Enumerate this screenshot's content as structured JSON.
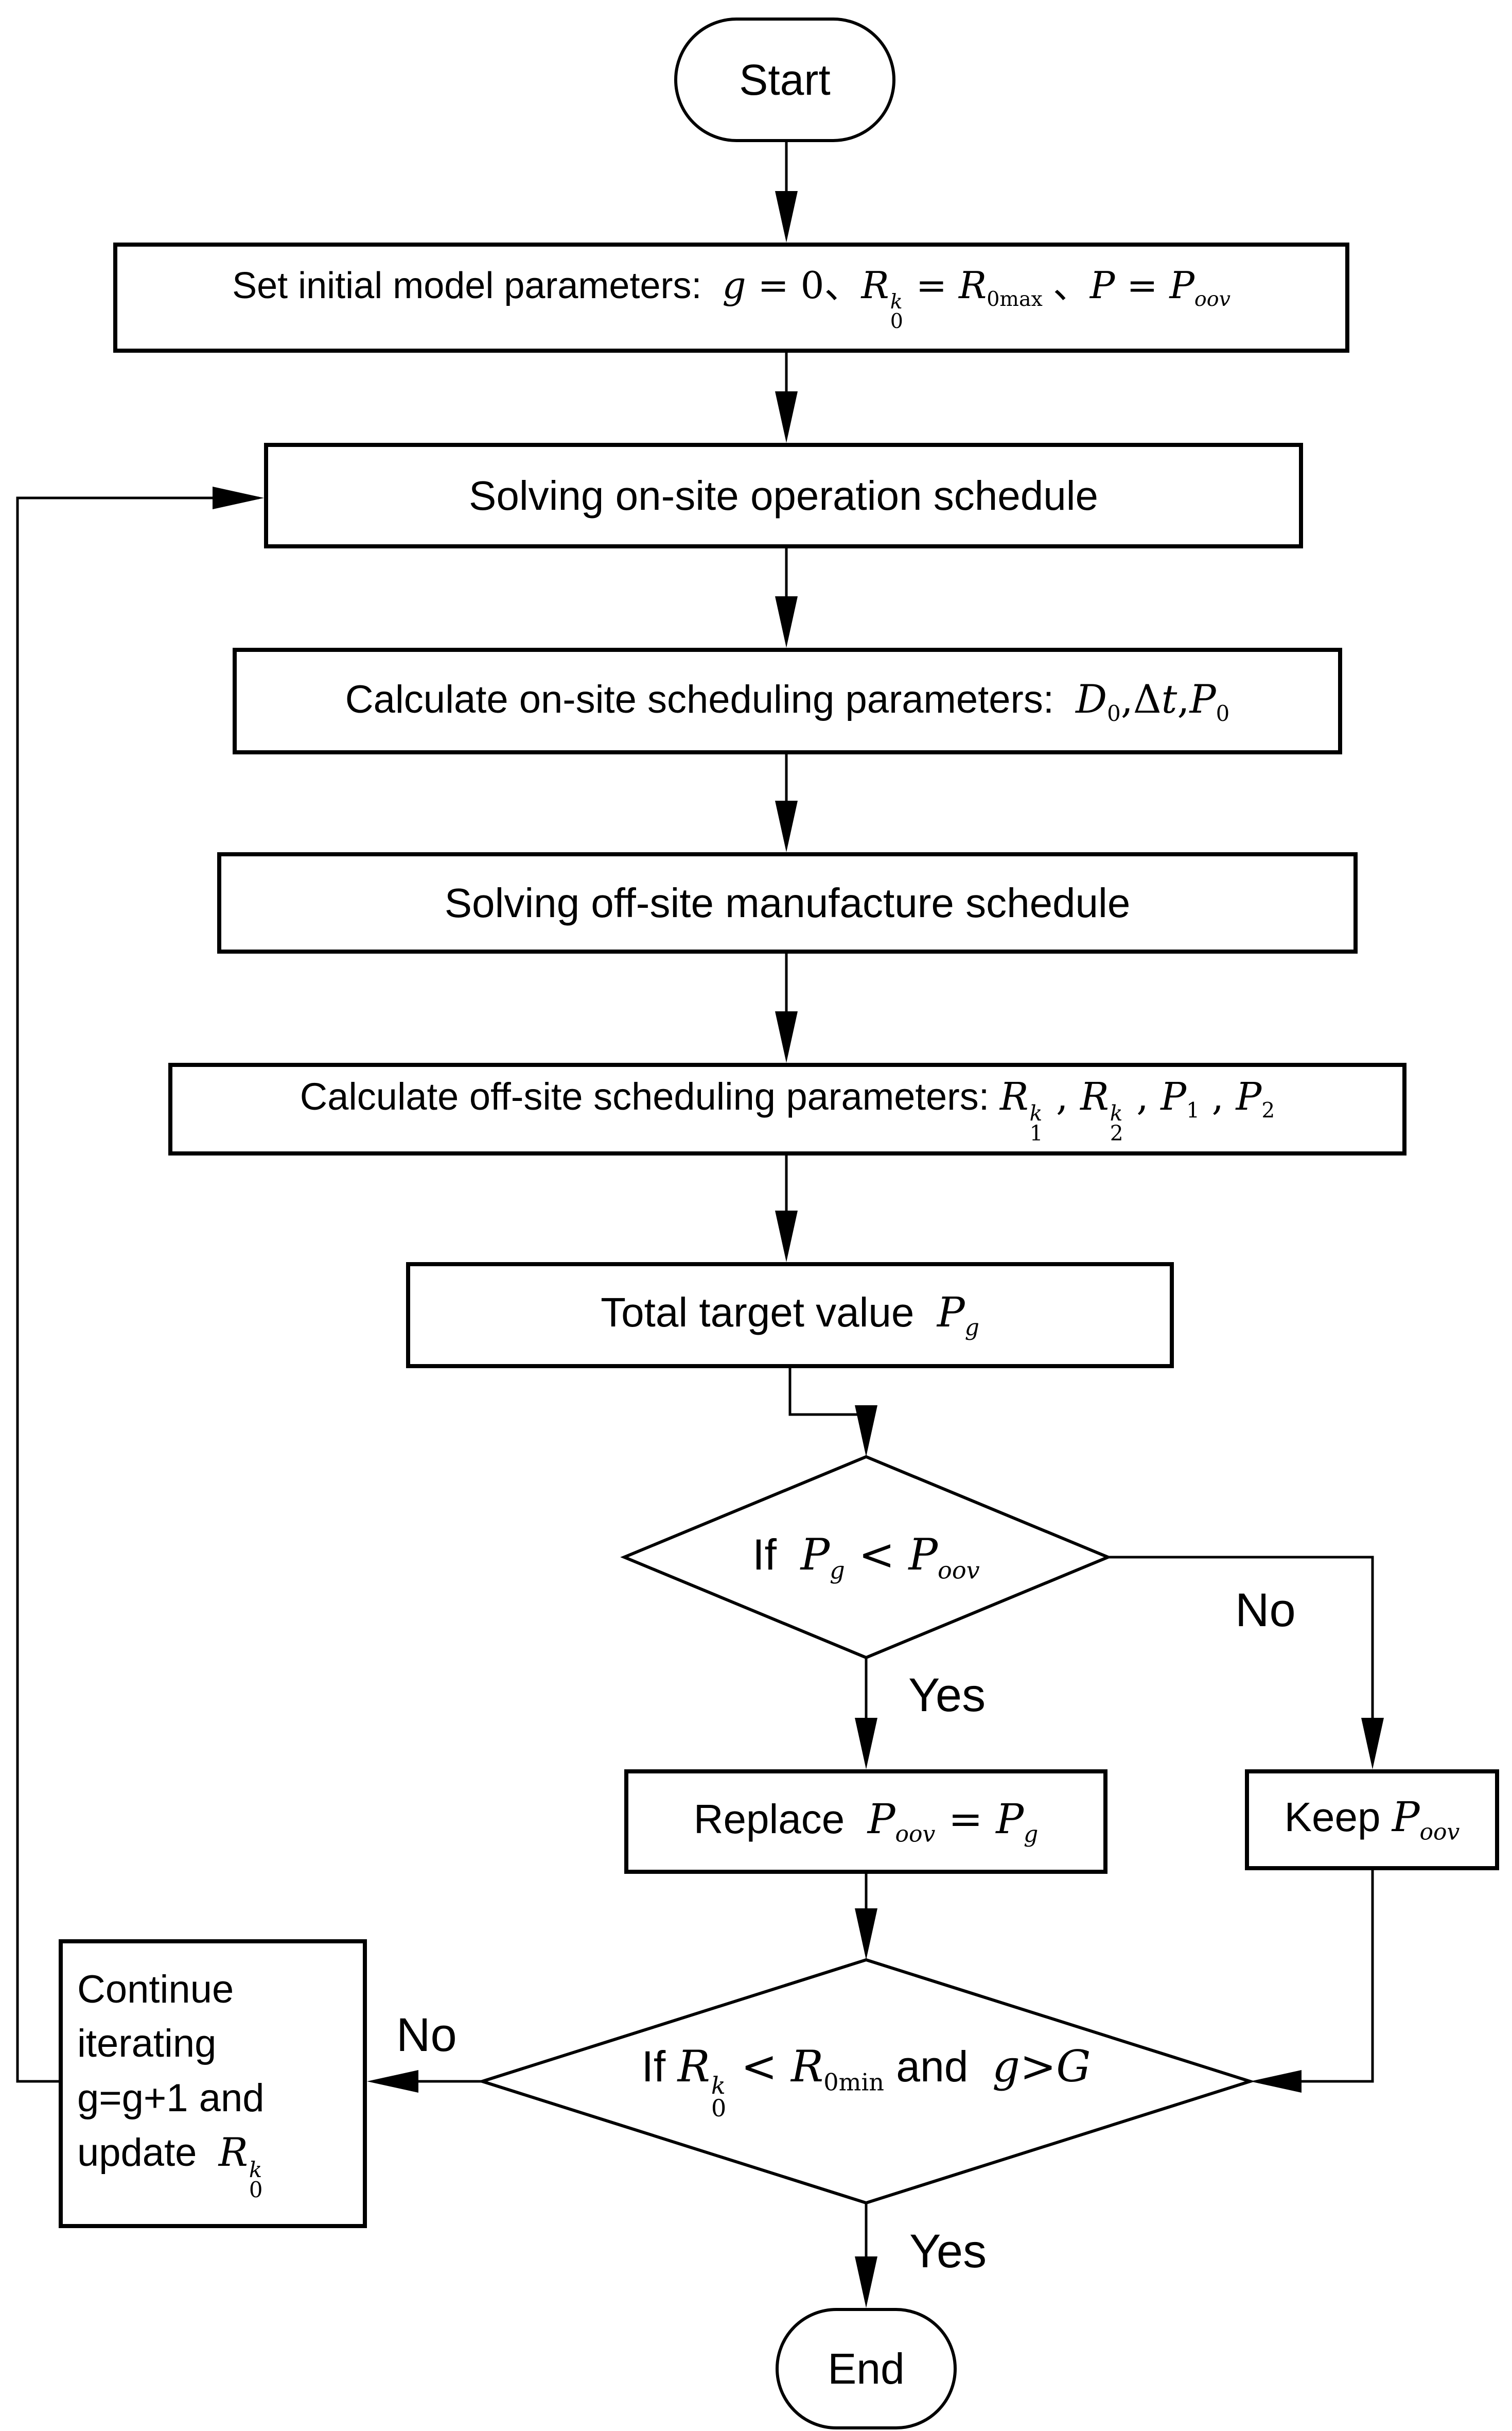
{
  "colors": {
    "ink": "#000000",
    "paper": "#ffffff"
  },
  "labels": {
    "yes_pg": "Yes",
    "no_pg": "No",
    "no_term": "No",
    "yes_term": "Yes"
  },
  "nodes": {
    "start": {
      "label": "Start"
    },
    "end": {
      "label": "End"
    },
    "set_params": {
      "runs": [
        {
          "k": "t",
          "v": "Set initial model parameters:  "
        },
        {
          "k": "m",
          "v": "g"
        },
        {
          "k": "mu",
          "v": " = 0"
        },
        {
          "k": "t",
          "v": "、"
        },
        {
          "k": "m",
          "v": "R"
        },
        {
          "k": "ss",
          "sup": "k",
          "sub": "0"
        },
        {
          "k": "mu",
          "v": " = "
        },
        {
          "k": "m",
          "v": "R"
        },
        {
          "k": "sbu",
          "v": "0max"
        },
        {
          "k": "t",
          "v": " 、"
        },
        {
          "k": "m",
          "v": "P"
        },
        {
          "k": "mu",
          "v": " = "
        },
        {
          "k": "m",
          "v": "P"
        },
        {
          "k": "sb",
          "v": "oov"
        }
      ]
    },
    "solve_onsite": {
      "runs": [
        {
          "k": "t",
          "v": "Solving on-site operation schedule"
        }
      ]
    },
    "calc_onsite": {
      "runs": [
        {
          "k": "t",
          "v": "Calculate on-site scheduling parameters:  "
        },
        {
          "k": "m",
          "v": "D"
        },
        {
          "k": "sbu",
          "v": "0"
        },
        {
          "k": "mu",
          "v": ","
        },
        {
          "k": "mu",
          "v": "Δ"
        },
        {
          "k": "m",
          "v": "t"
        },
        {
          "k": "mu",
          "v": ","
        },
        {
          "k": "m",
          "v": "P"
        },
        {
          "k": "sbu",
          "v": "0"
        }
      ]
    },
    "solve_offsite": {
      "runs": [
        {
          "k": "t",
          "v": "Solving off-site manufacture schedule"
        }
      ]
    },
    "calc_offsite": {
      "runs": [
        {
          "k": "t",
          "v": "Calculate off-site scheduling parameters: "
        },
        {
          "k": "m",
          "v": "R"
        },
        {
          "k": "ss",
          "sup": "k",
          "sub": "1"
        },
        {
          "k": "mu",
          "v": " , "
        },
        {
          "k": "m",
          "v": "R"
        },
        {
          "k": "ss",
          "sup": "k",
          "sub": "2"
        },
        {
          "k": "mu",
          "v": " , "
        },
        {
          "k": "m",
          "v": "P"
        },
        {
          "k": "sbu",
          "v": "1"
        },
        {
          "k": "mu",
          "v": " , "
        },
        {
          "k": "m",
          "v": "P"
        },
        {
          "k": "sbu",
          "v": "2"
        }
      ]
    },
    "total_target": {
      "runs": [
        {
          "k": "t",
          "v": "Total target value  "
        },
        {
          "k": "m",
          "v": "P"
        },
        {
          "k": "sb",
          "v": "g"
        }
      ]
    },
    "pg_condition": {
      "runs": [
        {
          "k": "t",
          "v": "If  "
        },
        {
          "k": "m",
          "v": "P"
        },
        {
          "k": "sb",
          "v": "g"
        },
        {
          "k": "mu",
          "v": " < "
        },
        {
          "k": "m",
          "v": "P"
        },
        {
          "k": "sb",
          "v": "oov"
        }
      ]
    },
    "replace": {
      "runs": [
        {
          "k": "t",
          "v": "Replace  "
        },
        {
          "k": "m",
          "v": "P"
        },
        {
          "k": "sb",
          "v": "oov"
        },
        {
          "k": "mu",
          "v": " = "
        },
        {
          "k": "m",
          "v": "P"
        },
        {
          "k": "sb",
          "v": "g"
        }
      ]
    },
    "keep": {
      "runs": [
        {
          "k": "t",
          "v": "Keep "
        },
        {
          "k": "m",
          "v": "P"
        },
        {
          "k": "sb",
          "v": "oov"
        }
      ]
    },
    "term_condition": {
      "runs": [
        {
          "k": "t",
          "v": "If "
        },
        {
          "k": "m",
          "v": "R"
        },
        {
          "k": "ss",
          "sup": "k",
          "sub": "0"
        },
        {
          "k": "mu",
          "v": " < "
        },
        {
          "k": "m",
          "v": "R"
        },
        {
          "k": "sbu",
          "v": "0min"
        },
        {
          "k": "t",
          "v": " and  "
        },
        {
          "k": "m",
          "v": "g"
        },
        {
          "k": "mu",
          "v": ">"
        },
        {
          "k": "m",
          "v": "G"
        }
      ]
    },
    "continue": {
      "lines": [
        [
          {
            "k": "t",
            "v": "Continue"
          }
        ],
        [
          {
            "k": "t",
            "v": "iterating"
          }
        ],
        [
          {
            "k": "t",
            "v": "g=g+1 and"
          }
        ],
        [
          {
            "k": "t",
            "v": "update  "
          },
          {
            "k": "m",
            "v": "R"
          },
          {
            "k": "ss",
            "sup": "k",
            "sub": "0"
          }
        ]
      ]
    }
  }
}
